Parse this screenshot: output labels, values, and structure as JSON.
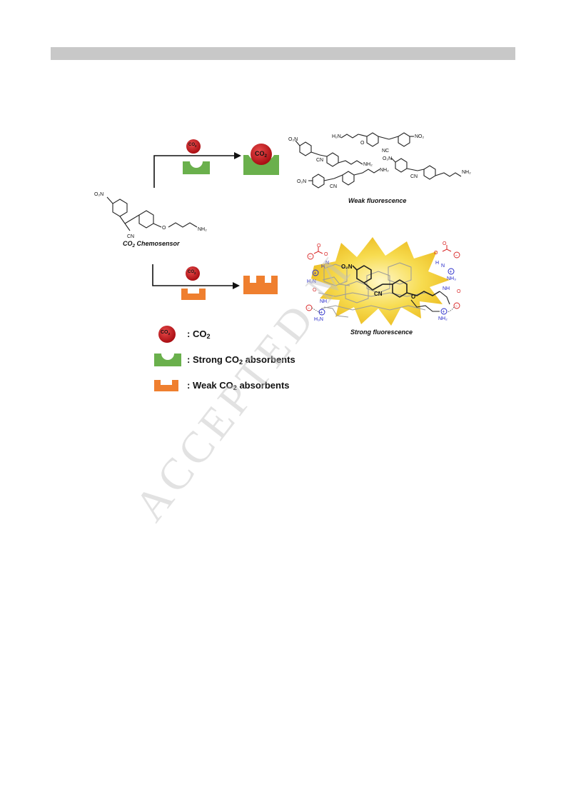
{
  "watermark": "ACCEPTED M",
  "scheme": {
    "chemosensor_label": "Chemosensor",
    "co2_prefix": "CO",
    "co2_sub": "2",
    "weak_fluorescence": "Weak fluorescence",
    "strong_fluorescence": "Strong fluorescence",
    "molecule_labels": {
      "nitro": "O₂N",
      "cn": "CN",
      "nh2": "NH₂",
      "h2n": "H₂N",
      "nc": "NC",
      "no2": "NO₂",
      "o": "O",
      "nh": "NH",
      "nh3": "NH₃",
      "h3n": "H₃N",
      "h": "H",
      "n": "N"
    }
  },
  "legend": {
    "items": [
      {
        "prefix": ": CO",
        "sub": "2",
        "suffix": ""
      },
      {
        "prefix": ": Strong CO",
        "sub": "2",
        "suffix": " absorbents"
      },
      {
        "prefix": ": Weak CO",
        "sub": "2",
        "suffix": " absorbents"
      }
    ]
  },
  "colors": {
    "co2_red": "#c0141b",
    "strong_green": "#6ab04c",
    "weak_orange": "#ef7f2f",
    "glow_yellow": "#f5d23a",
    "anion_red": "#d92323",
    "cation_blue": "#2326c8"
  }
}
